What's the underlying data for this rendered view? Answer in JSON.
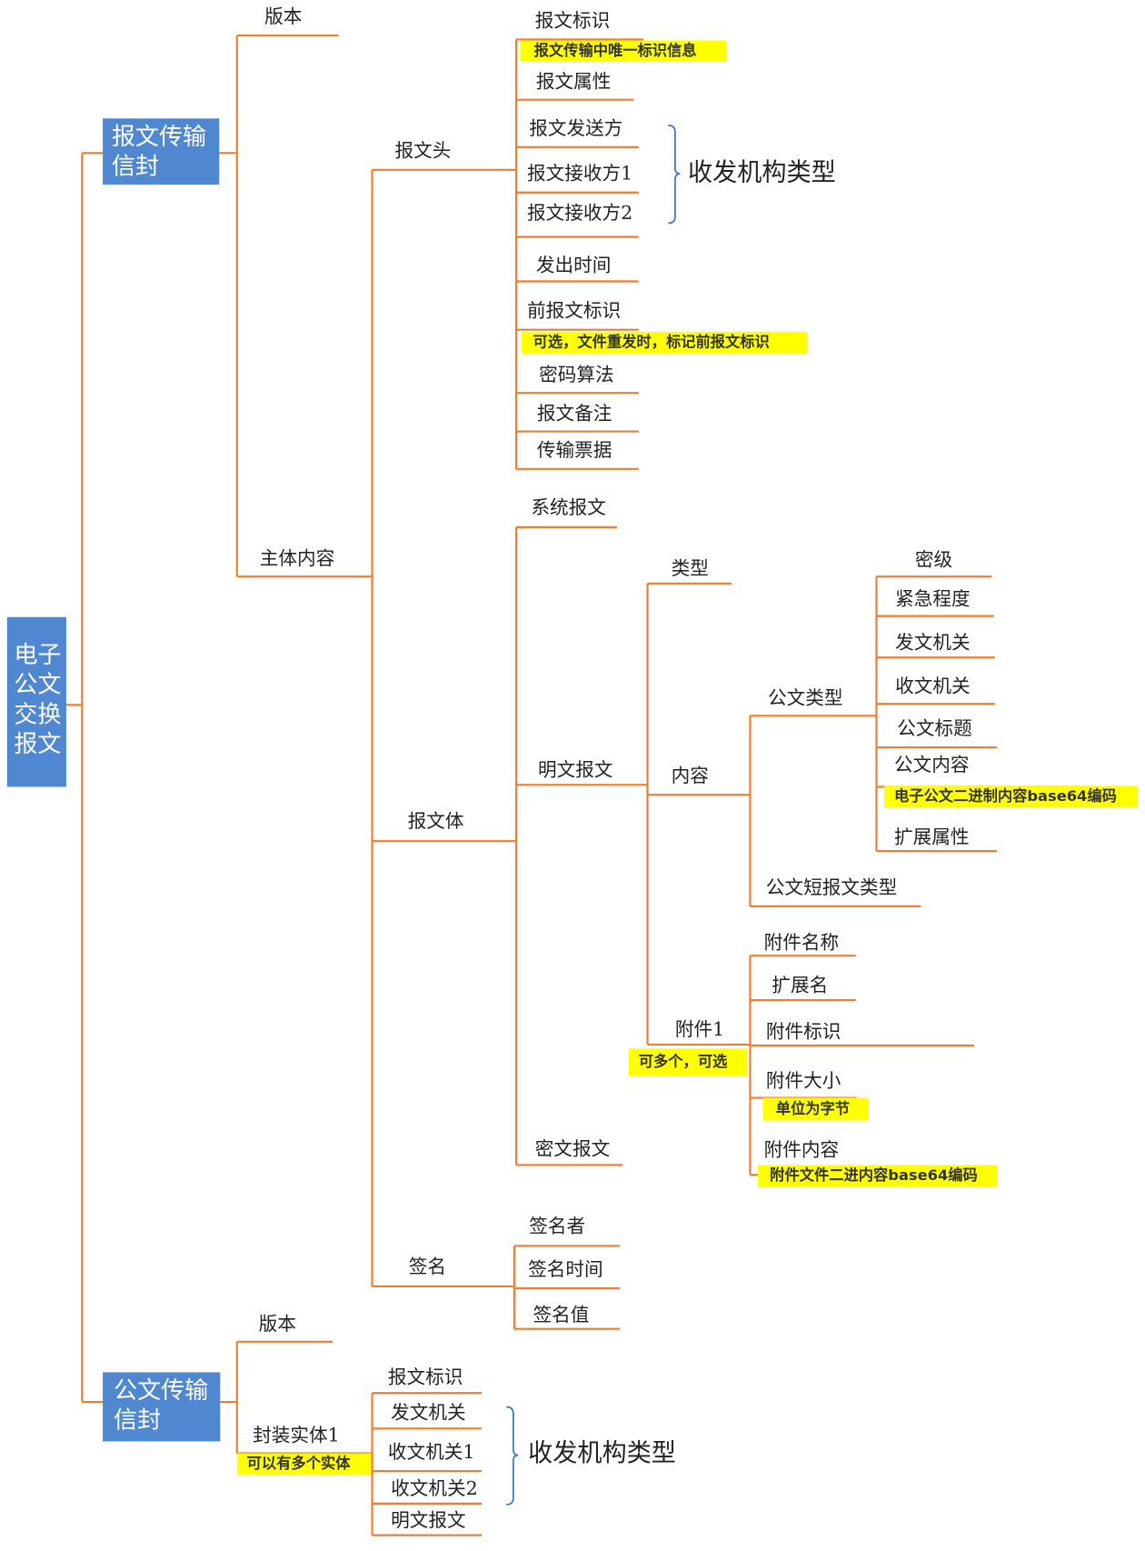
{
  "root": {
    "lines": [
      "电子",
      "公文",
      "交换",
      "报文"
    ]
  },
  "envelope1": {
    "lines": [
      "报文传输",
      "信封"
    ],
    "version": "版本",
    "body": "主体内容"
  },
  "header": {
    "label": "报文头",
    "items": [
      "报文标识",
      "报文属性",
      "报文发送方",
      "报文接收方1",
      "报文接收方2",
      "发出时间",
      "前报文标识",
      "密码算法",
      "报文备注",
      "传输票据"
    ],
    "note_id": "报文传输中唯一标识信息",
    "note_prev": "可选，文件重发时，标记前报文标识",
    "brace_label": "收发机构类型"
  },
  "msgbody": {
    "label": "报文体",
    "system": "系统报文",
    "plain": "明文报文",
    "cipher": "密文报文",
    "type": "类型",
    "content": "内容",
    "attachment": "附件1",
    "attachment_note": "可多个，可选",
    "doc_type": "公文类型",
    "short_type": "公文短报文类型",
    "doc_fields": [
      "密级",
      "紧急程度",
      "发文机关",
      "收文机关",
      "公文标题",
      "公文内容",
      "扩展属性"
    ],
    "doc_content_note": "电子公文二进制内容base64编码",
    "att_fields": [
      "附件名称",
      "扩展名",
      "附件标识",
      "附件大小",
      "附件内容"
    ],
    "att_size_note": "单位为字节",
    "att_content_note": "附件文件二进内容base64编码"
  },
  "signature": {
    "label": "签名",
    "items": [
      "签名者",
      "签名时间",
      "签名值"
    ]
  },
  "envelope2": {
    "lines": [
      "公文传输",
      "信封"
    ],
    "version": "版本",
    "entity": "封装实体1",
    "entity_note": "可以有多个实体",
    "items": [
      "报文标识",
      "发文机关",
      "收文机关1",
      "收文机关2",
      "明文报文"
    ],
    "brace_label": "收发机构类型"
  },
  "colors": {
    "line": "#ED7D31",
    "box": "#4F87D1",
    "highlight": "#FFFF00",
    "brace": "#4472C4"
  }
}
